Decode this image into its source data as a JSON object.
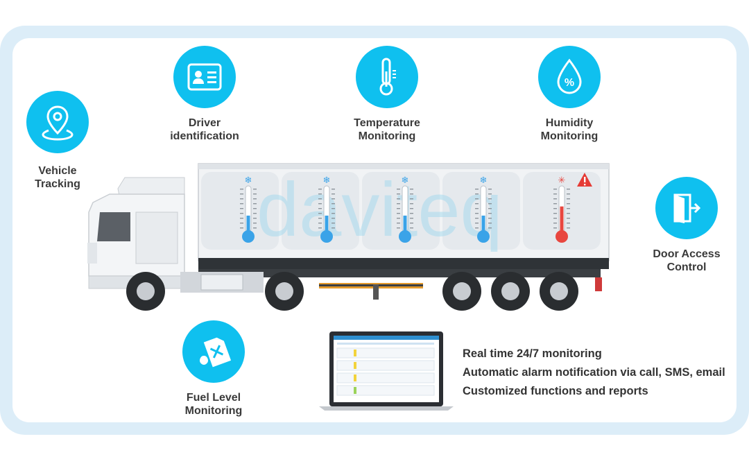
{
  "features": {
    "vehicle_tracking": {
      "line1": "Vehicle",
      "line2": "Tracking",
      "icon": "location-pin-icon"
    },
    "driver_identification": {
      "line1": "Driver",
      "line2": "identification",
      "icon": "id-card-icon"
    },
    "temperature_monitoring": {
      "line1": "Temperature",
      "line2": "Monitoring",
      "icon": "thermometer-icon"
    },
    "humidity_monitoring": {
      "line1": "Humidity",
      "line2": "Monitoring",
      "icon": "humidity-drop-icon"
    },
    "door_access_control": {
      "line1": "Door Access",
      "line2": "Control",
      "icon": "door-exit-icon"
    },
    "fuel_level_monitoring": {
      "line1": "Fuel Level",
      "line2": "Monitoring",
      "icon": "fuel-canister-icon"
    }
  },
  "bullets": [
    "Real time 24/7 monitoring",
    "Automatic alarm notification via call, SMS, email",
    "Customized functions and reports"
  ],
  "watermark": "daviteq",
  "colors": {
    "accent": "#0fc0ef",
    "frame": "#dcedf8",
    "normal_temp": "#3aa3e8",
    "alarm_temp": "#e8463f",
    "warning": "#e53b35"
  },
  "thermometers": [
    {
      "status": "normal",
      "level": 0.35
    },
    {
      "status": "normal",
      "level": 0.35
    },
    {
      "status": "normal",
      "level": 0.35
    },
    {
      "status": "normal",
      "level": 0.35
    },
    {
      "status": "alarm",
      "level": 0.55
    }
  ]
}
